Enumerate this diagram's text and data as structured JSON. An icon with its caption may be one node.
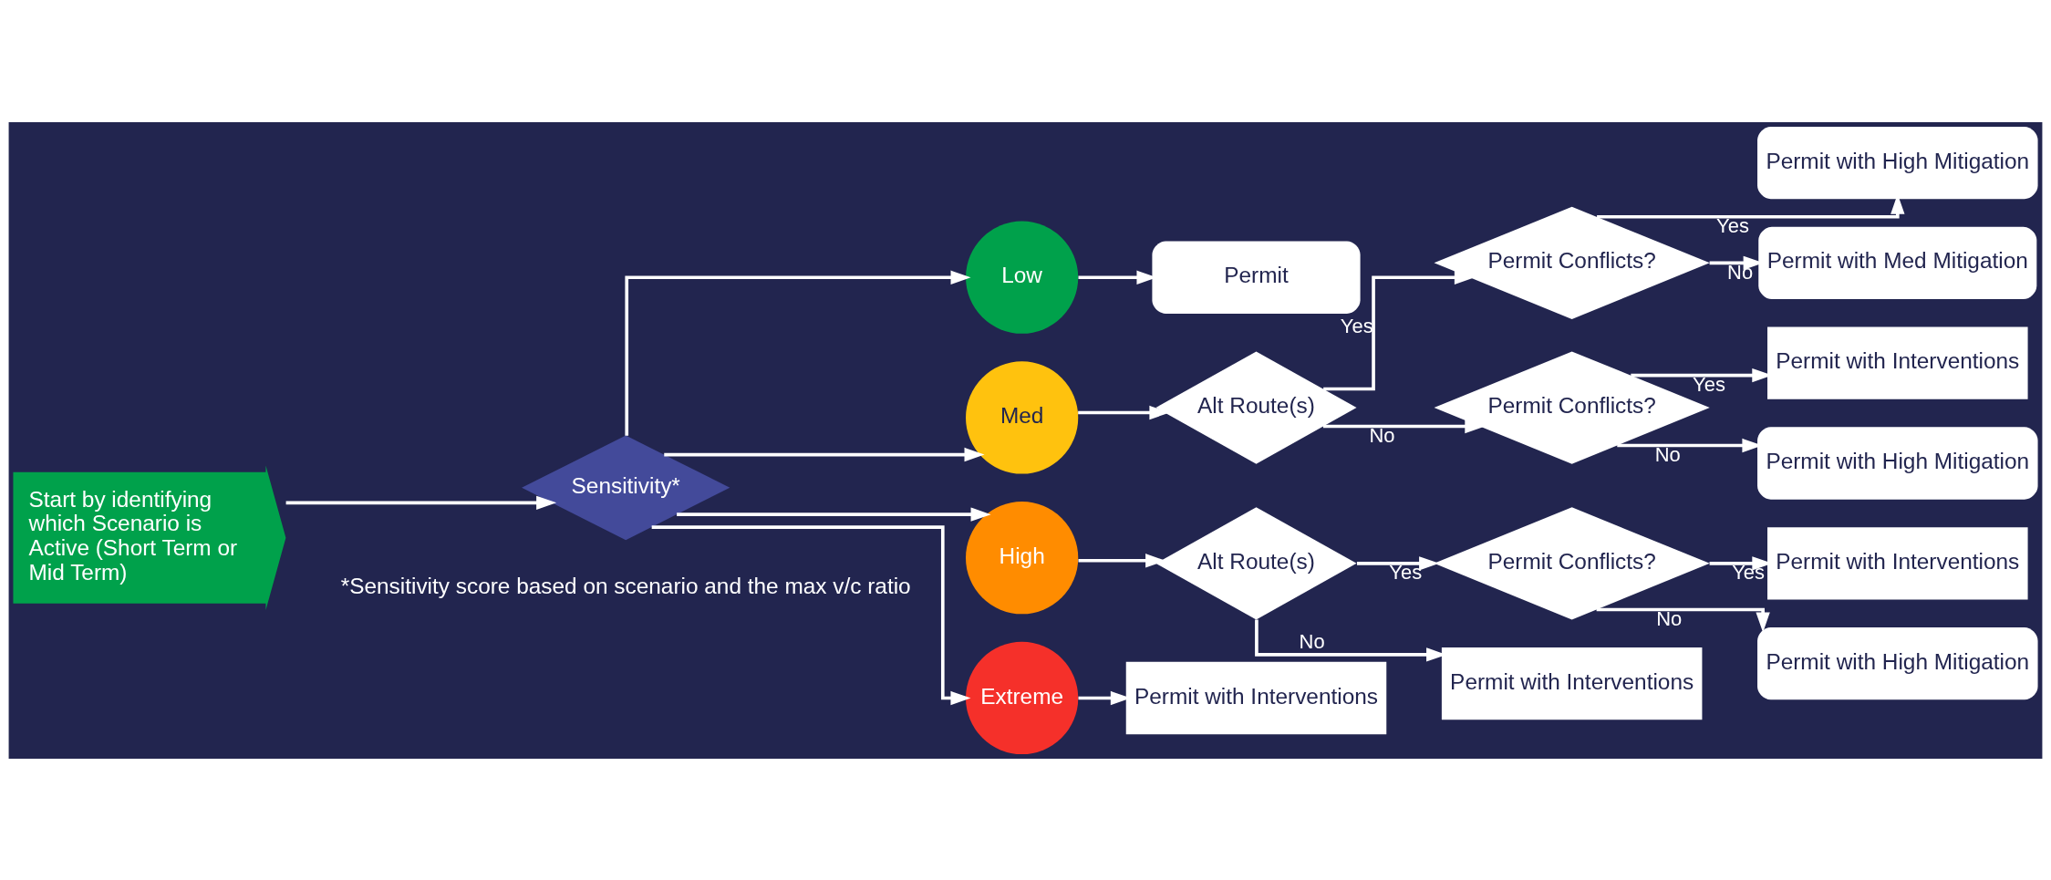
{
  "diagram": {
    "nodes": [
      {
        "text": [
          "Start by identifying which Scenario is Active (Short Term or Mid Term)"
        ]
      },
      {
        "text": [
          "Sensitivity*"
        ]
      },
      {
        "text": [
          "Low"
        ]
      },
      {
        "text": [
          "Med"
        ]
      },
      {
        "text": [
          "High"
        ]
      },
      {
        "text": [
          "Extreme"
        ]
      },
      {
        "text": [
          "Permit"
        ]
      },
      {
        "text": [
          "Alt Route(s)"
        ]
      },
      {
        "text": [
          "Permit Conflicts?"
        ]
      },
      {
        "text": [
          "Permit Conflicts?"
        ]
      },
      {
        "text": [
          "Permit with High Mitigation"
        ]
      },
      {
        "text": [
          "Permit with Med Mitigation"
        ]
      },
      {
        "text": [
          "Permit with Interventions"
        ]
      },
      {
        "text": [
          "Permit with High Mitigation"
        ]
      },
      {
        "text": [
          "Alt Route(s)"
        ]
      },
      {
        "text": [
          "Permit Conflicts?"
        ]
      },
      {
        "text": [
          "Permit with Interventions"
        ]
      },
      {
        "text": [
          "Permit with Interventions"
        ]
      },
      {
        "text": [
          "Permit with High Mitigation"
        ]
      },
      {
        "text": [
          "Permit with Interventions"
        ]
      }
    ],
    "edges": [
      {
        "from": 0,
        "to": 1,
        "arrow": "to"
      },
      {
        "from": 1,
        "to": 2,
        "arrow": "to"
      },
      {
        "from": 1,
        "to": 3,
        "arrow": "to"
      },
      {
        "from": 1,
        "to": 4,
        "arrow": "to"
      },
      {
        "from": 1,
        "to": 5,
        "arrow": "to"
      },
      {
        "from": 2,
        "to": 6,
        "arrow": "to"
      },
      {
        "from": 3,
        "to": 7,
        "arrow": "to"
      },
      {
        "from": 7,
        "to": 8,
        "arrow": "to",
        "label": "Yes"
      },
      {
        "from": 7,
        "to": 9,
        "arrow": "to",
        "label": "No"
      },
      {
        "from": 8,
        "to": 10,
        "arrow": "to",
        "label": "Yes"
      },
      {
        "from": 8,
        "to": 11,
        "arrow": "to",
        "label": "No"
      },
      {
        "from": 9,
        "to": 12,
        "arrow": "to",
        "label": "Yes"
      },
      {
        "from": 9,
        "to": 13,
        "arrow": "to",
        "label": "No"
      },
      {
        "from": 4,
        "to": 14,
        "arrow": "to"
      },
      {
        "from": 14,
        "to": 15,
        "arrow": "to",
        "label": "Yes"
      },
      {
        "from": 14,
        "to": 16,
        "arrow": "to",
        "label": "No"
      },
      {
        "from": 15,
        "to": 17,
        "arrow": "to",
        "label": "Yes"
      },
      {
        "from": 15,
        "to": 18,
        "arrow": "to",
        "label": "No"
      },
      {
        "from": 5,
        "to": 19,
        "arrow": "to"
      }
    ],
    "labels": [
      "*Sensitivity score based on scenario and the max v/c ratio"
    ]
  }
}
